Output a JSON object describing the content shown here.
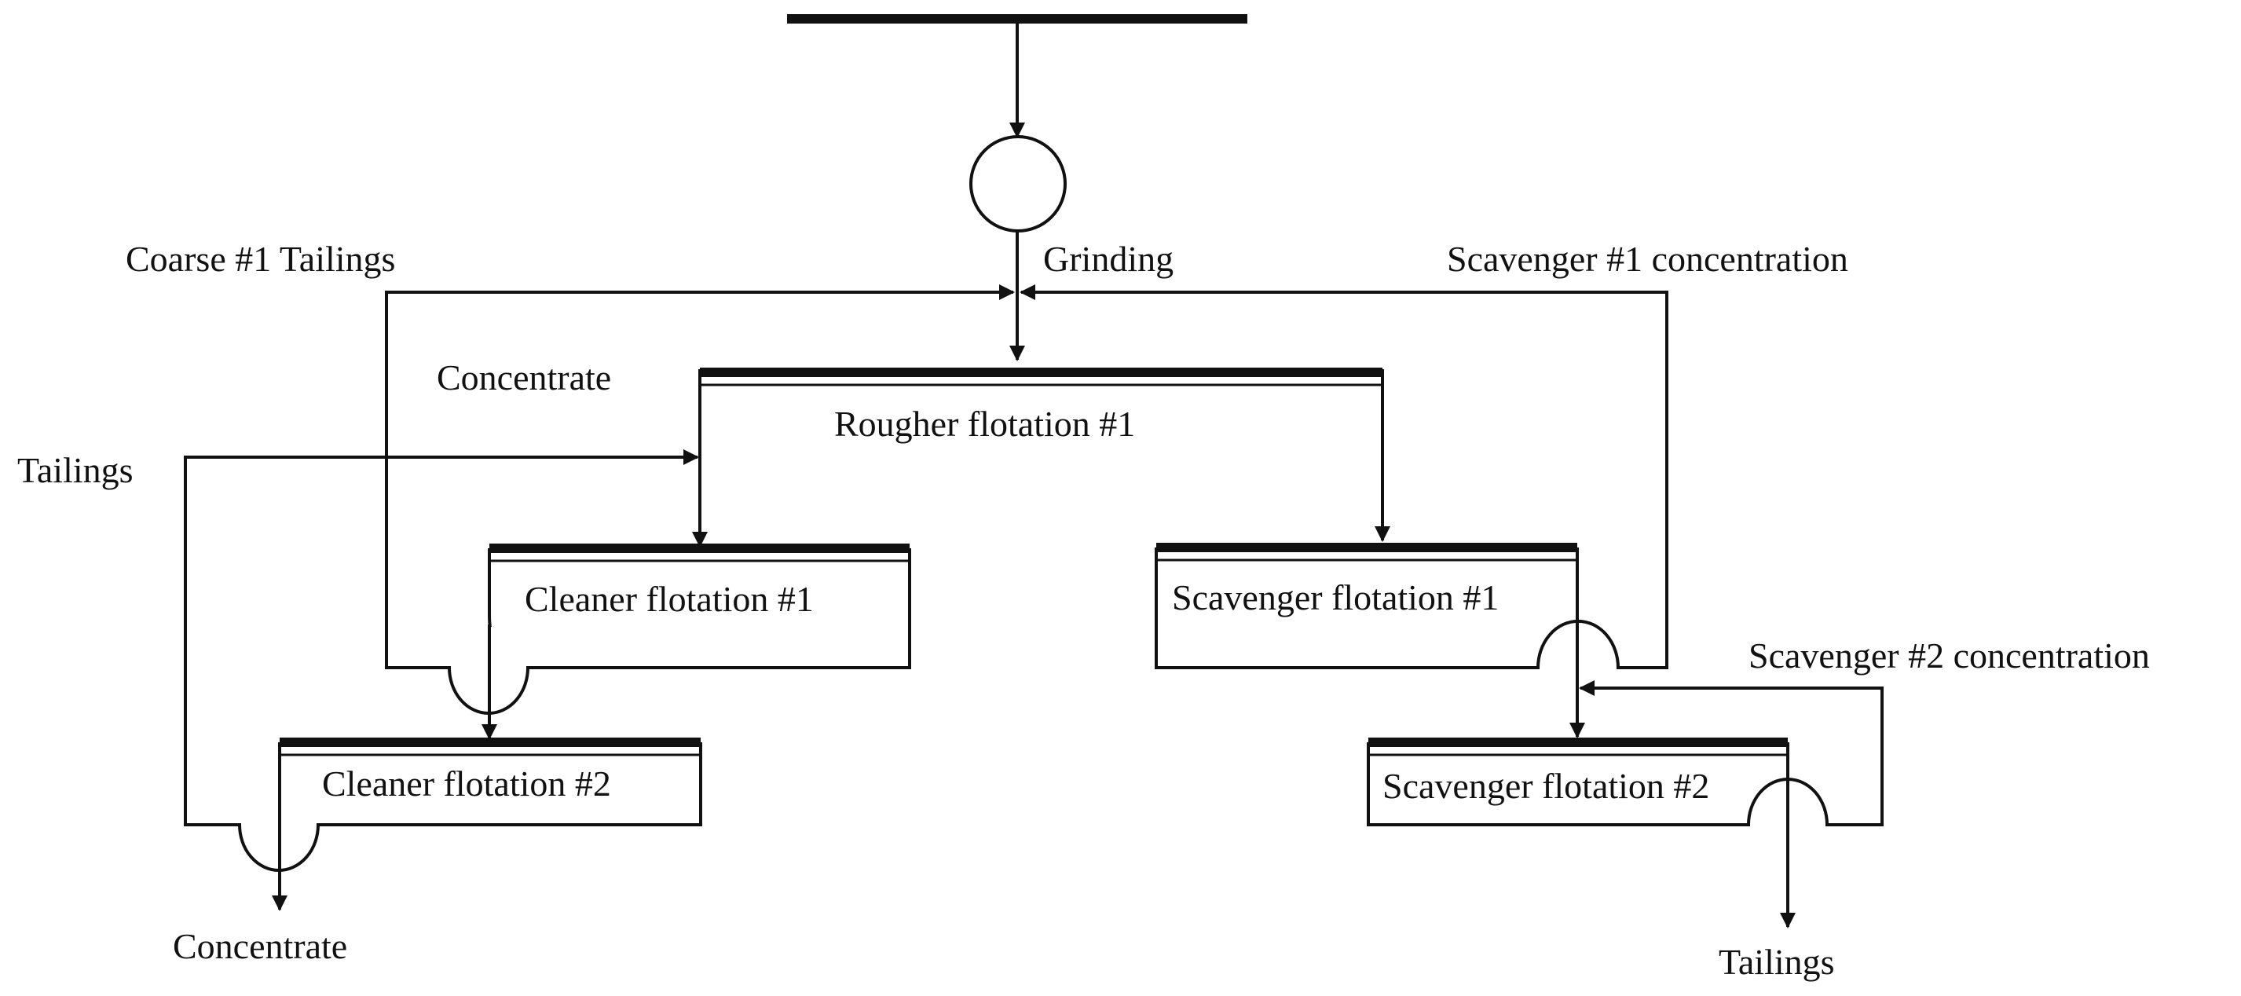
{
  "labels": {
    "grinding": "Grinding",
    "coarse_tailings": "Coarse #1 Tailings",
    "scavenger1_concentration": "Scavenger #1 concentration",
    "scavenger2_concentration": "Scavenger #2 concentration",
    "concentrate_top": "Concentrate",
    "tailings_left": "Tailings",
    "concentrate_bottom": "Concentrate",
    "tailings_bottom": "Tailings"
  },
  "units": {
    "rougher1": "Rougher flotation #1",
    "cleaner1": "Cleaner flotation #1",
    "cleaner2": "Cleaner flotation #2",
    "scavenger1": "Scavenger flotation #1",
    "scavenger2": "Scavenger flotation #2"
  }
}
